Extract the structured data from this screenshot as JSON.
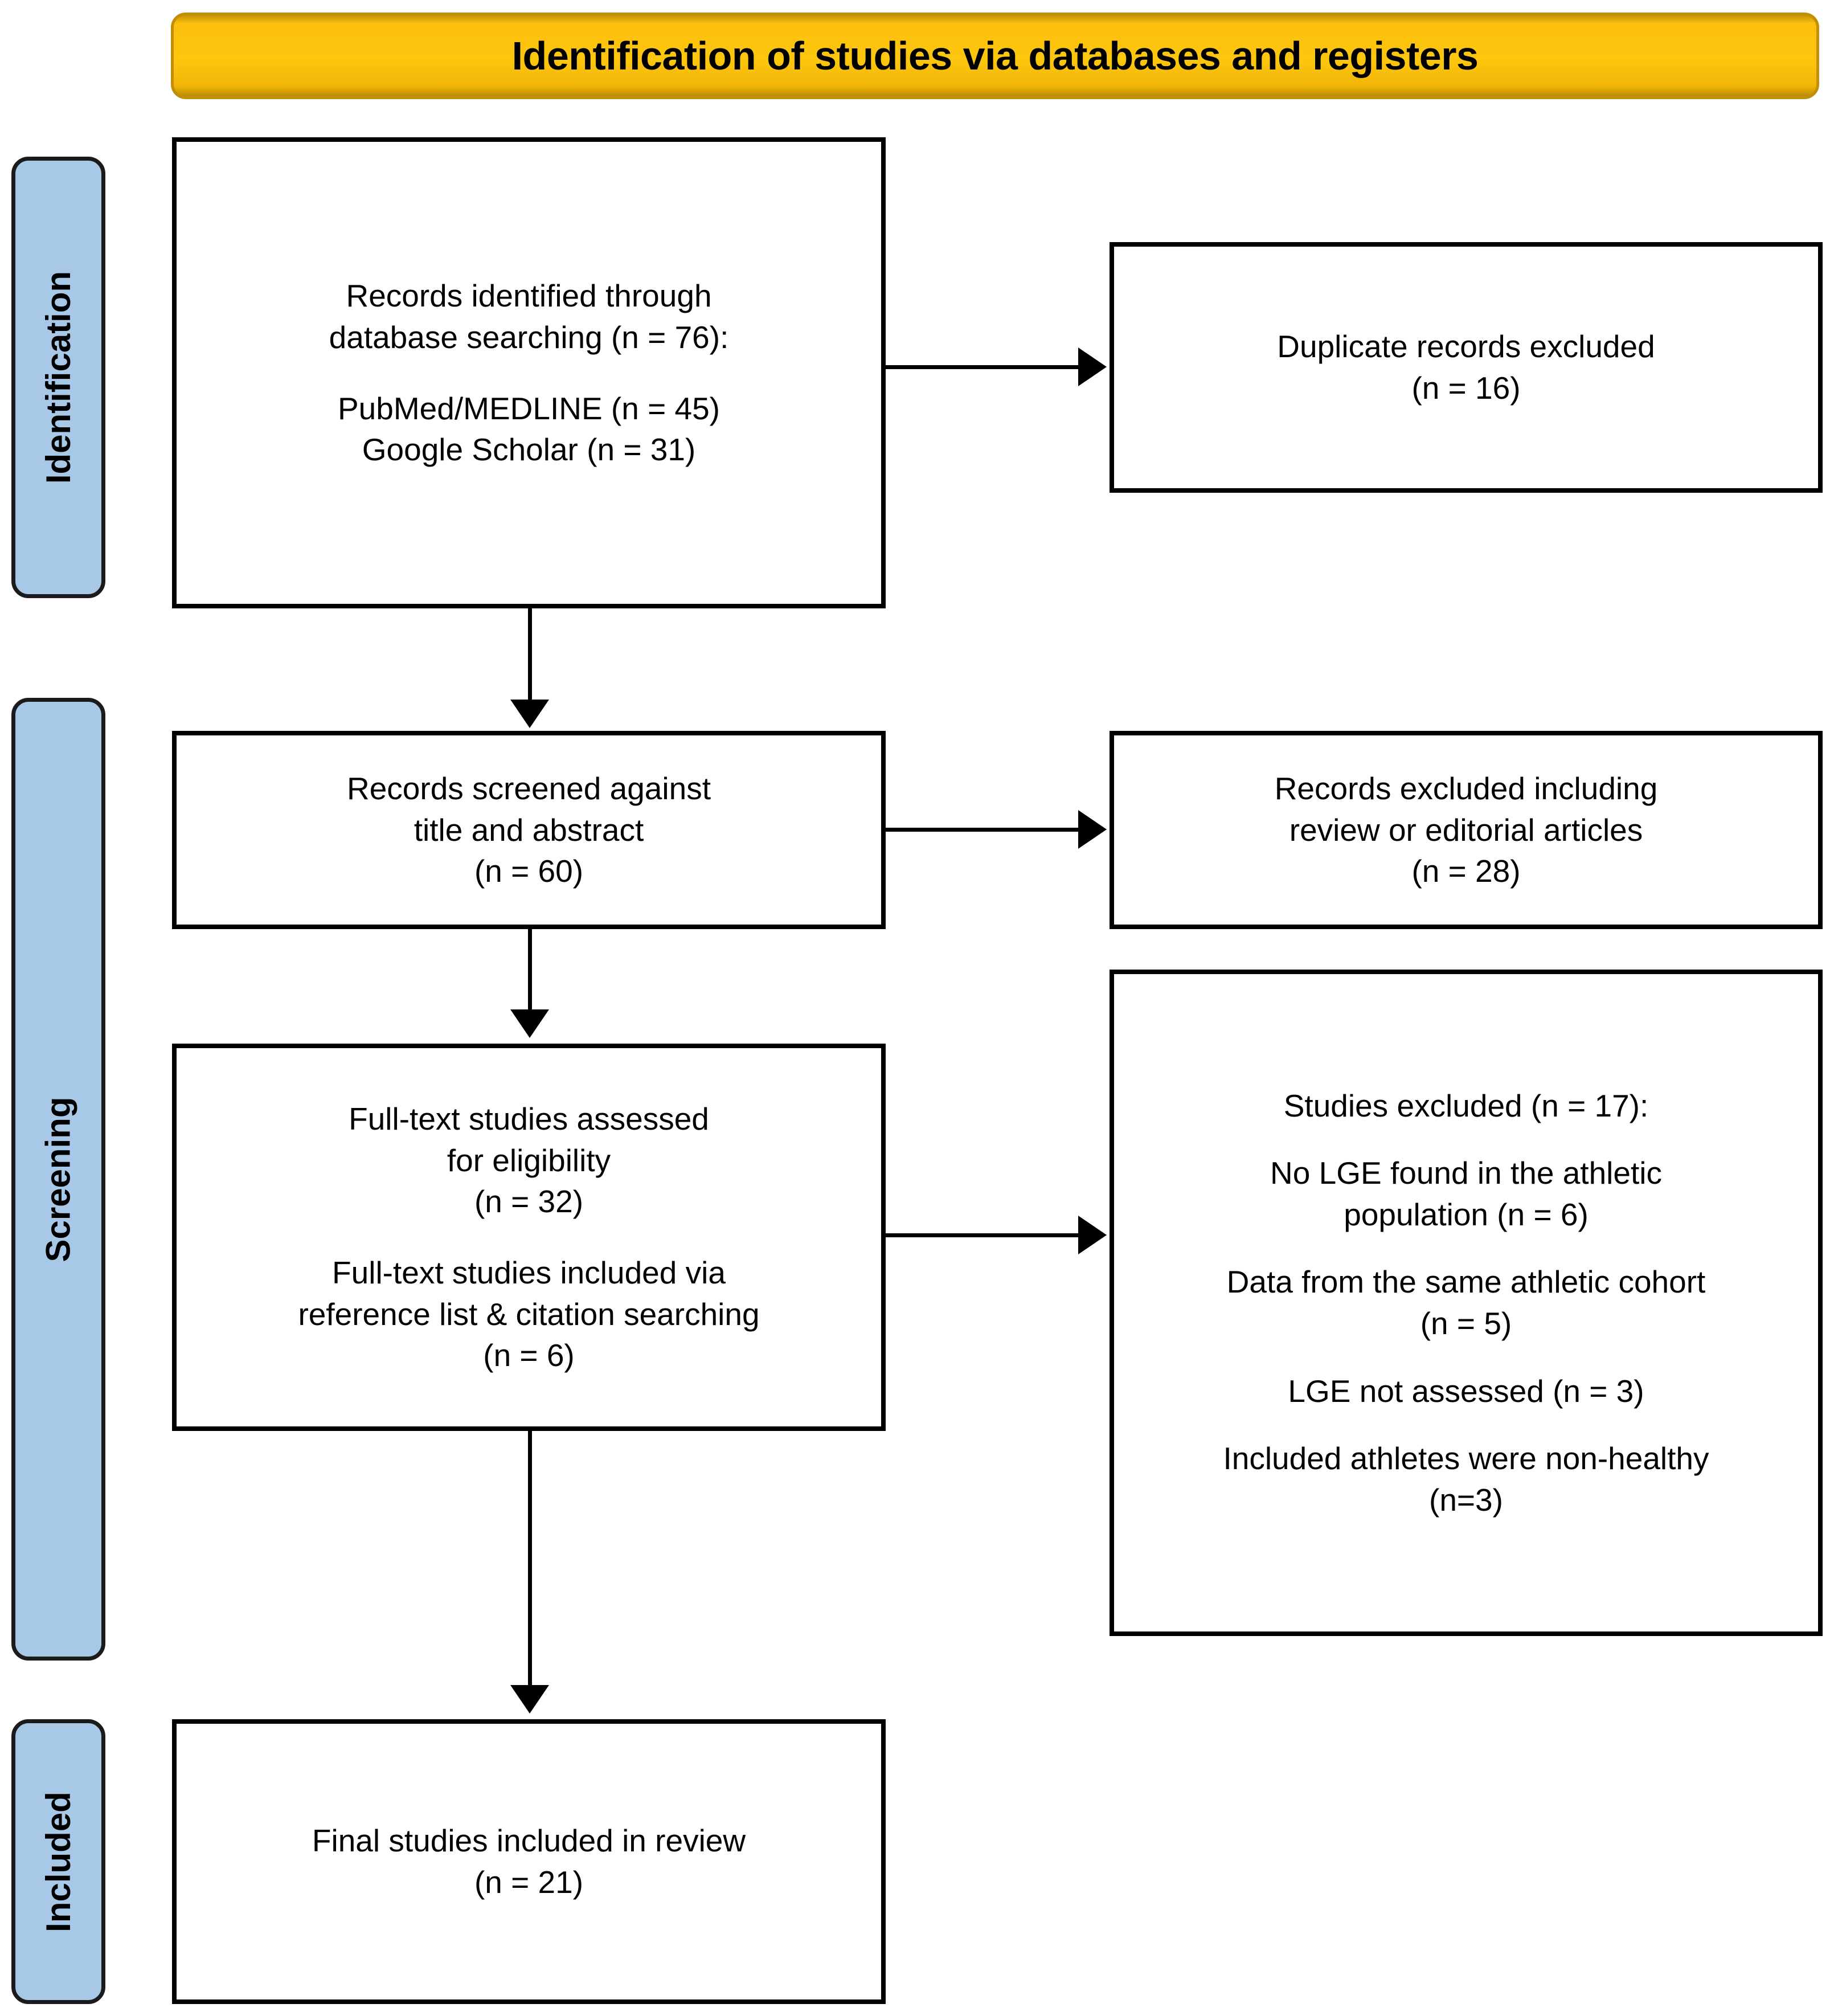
{
  "diagram": {
    "title": "Identification of studies via databases and registers",
    "colors": {
      "banner_fill": "#FBBF0C",
      "banner_border": "#C18F06",
      "stage_fill": "#A8C8E8",
      "stage_border": "#1B1B1B",
      "box_border": "#000000",
      "text": "#000000",
      "background": "#FFFFFF"
    }
  },
  "stages": [
    {
      "key": "identification",
      "label": "Identification"
    },
    {
      "key": "screening",
      "label": "Screening"
    },
    {
      "key": "included",
      "label": "Included"
    }
  ],
  "boxes": {
    "records_identified": {
      "line1": "Records identified through\ndatabase searching (n = 76):",
      "line2": "PubMed/MEDLINE (n = 45)\nGoogle Scholar (n = 31)"
    },
    "duplicate_records_excluded": {
      "line1": "Duplicate records excluded\n(n = 16)"
    },
    "records_screened": {
      "line1": "Records screened against\ntitle and abstract\n(n = 60)"
    },
    "records_excluded": {
      "line1": "Records excluded including\nreview or editorial articles\n(n = 28)"
    },
    "fulltext_assessed": {
      "line1": "Full-text studies assessed\nfor eligibility\n(n = 32)",
      "line2": "Full-text studies included via\nreference list & citation searching\n(n = 6)"
    },
    "studies_excluded": {
      "line1": "Studies excluded (n = 17):",
      "line2": "No LGE found in the athletic\npopulation (n = 6)",
      "line3": "Data from the same athletic cohort\n(n = 5)",
      "line4": "LGE not assessed (n = 3)",
      "line5": "Included athletes were non-healthy\n(n=3)"
    },
    "final_included": {
      "line1": "Final studies included in review\n(n = 21)"
    }
  },
  "chart_data": {
    "type": "diagram",
    "title": "Identification of studies via databases and registers",
    "flow": [
      {
        "stage": "Identification",
        "node": "Records identified through database searching",
        "n": 76,
        "breakdown": [
          {
            "source": "PubMed/MEDLINE",
            "n": 45
          },
          {
            "source": "Google Scholar",
            "n": 31
          }
        ]
      },
      {
        "stage": "Identification",
        "node": "Duplicate records excluded",
        "n": 16,
        "type": "exclusion"
      },
      {
        "stage": "Screening",
        "node": "Records screened against title and abstract",
        "n": 60
      },
      {
        "stage": "Screening",
        "node": "Records excluded including review or editorial articles",
        "n": 28,
        "type": "exclusion"
      },
      {
        "stage": "Screening",
        "node": "Full-text studies assessed for eligibility",
        "n": 32
      },
      {
        "stage": "Screening",
        "node": "Full-text studies included via reference list & citation searching",
        "n": 6
      },
      {
        "stage": "Screening",
        "node": "Studies excluded",
        "n": 17,
        "type": "exclusion",
        "reasons": [
          {
            "reason": "No LGE found in the athletic population",
            "n": 6
          },
          {
            "reason": "Data from the same athletic cohort",
            "n": 5
          },
          {
            "reason": "LGE not assessed",
            "n": 3
          },
          {
            "reason": "Included athletes were non-healthy",
            "n": 3
          }
        ]
      },
      {
        "stage": "Included",
        "node": "Final studies included in review",
        "n": 21
      }
    ]
  }
}
